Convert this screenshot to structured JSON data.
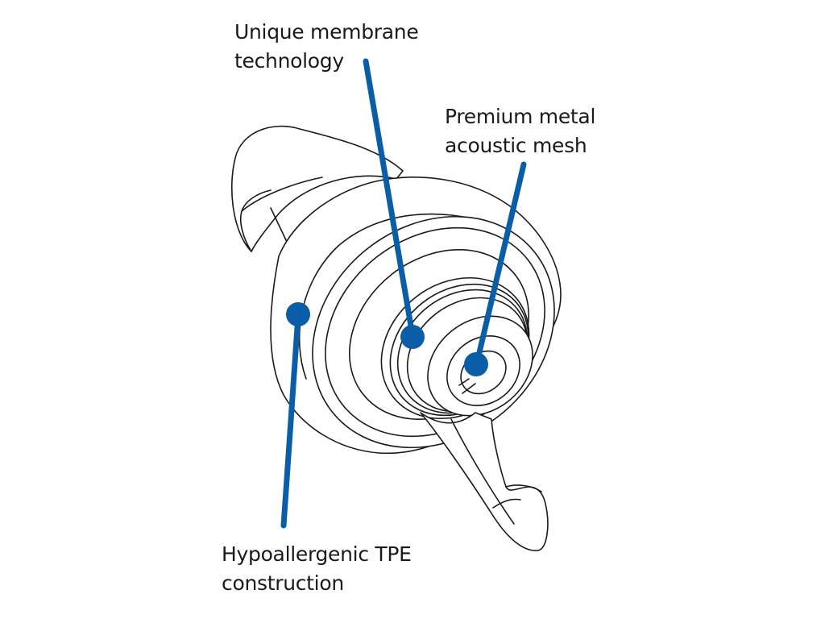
{
  "colors": {
    "accent": "#0a5ea8",
    "line_art": "#1a1a1a",
    "background": "#ffffff"
  },
  "callouts": [
    {
      "id": "membrane",
      "lines": [
        "Unique membrane",
        "technology"
      ]
    },
    {
      "id": "mesh",
      "lines": [
        "Premium metal",
        "acoustic mesh"
      ]
    },
    {
      "id": "tpe",
      "lines": [
        "Hypoallergenic TPE",
        "construction"
      ]
    }
  ]
}
